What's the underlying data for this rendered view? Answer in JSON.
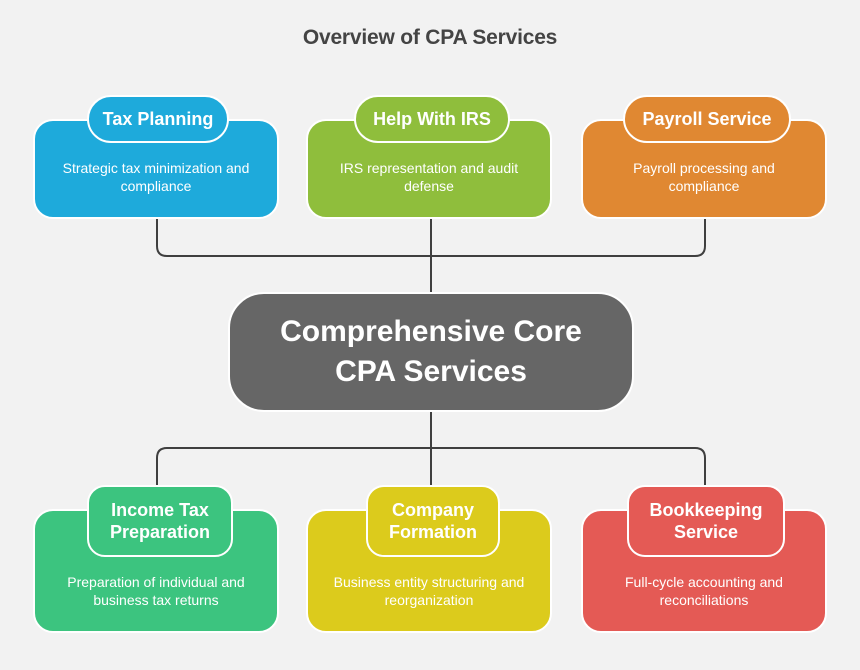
{
  "title": "Overview of CPA Services",
  "center": {
    "label": "Comprehensive Core CPA Services",
    "color": "#666666"
  },
  "top_services": [
    {
      "name": "Tax Planning",
      "description": "Strategic tax minimization and compliance",
      "color": "#1eaadb"
    },
    {
      "name": "Help With IRS",
      "description": "IRS representation and audit defense",
      "color": "#8fbe3c"
    },
    {
      "name": "Payroll Service",
      "description": "Payroll processing and compliance",
      "color": "#e08832"
    }
  ],
  "bottom_services": [
    {
      "name": "Income Tax Preparation",
      "description": "Preparation of individual and business tax returns",
      "color": "#3cc47f"
    },
    {
      "name": "Company Formation",
      "description": "Business entity structuring and reorganization",
      "color": "#dccb1c"
    },
    {
      "name": "Bookkeeping Service",
      "description": "Full-cycle accounting and reconciliations",
      "color": "#e45a55"
    }
  ],
  "connector_color": "#3f3f3f"
}
